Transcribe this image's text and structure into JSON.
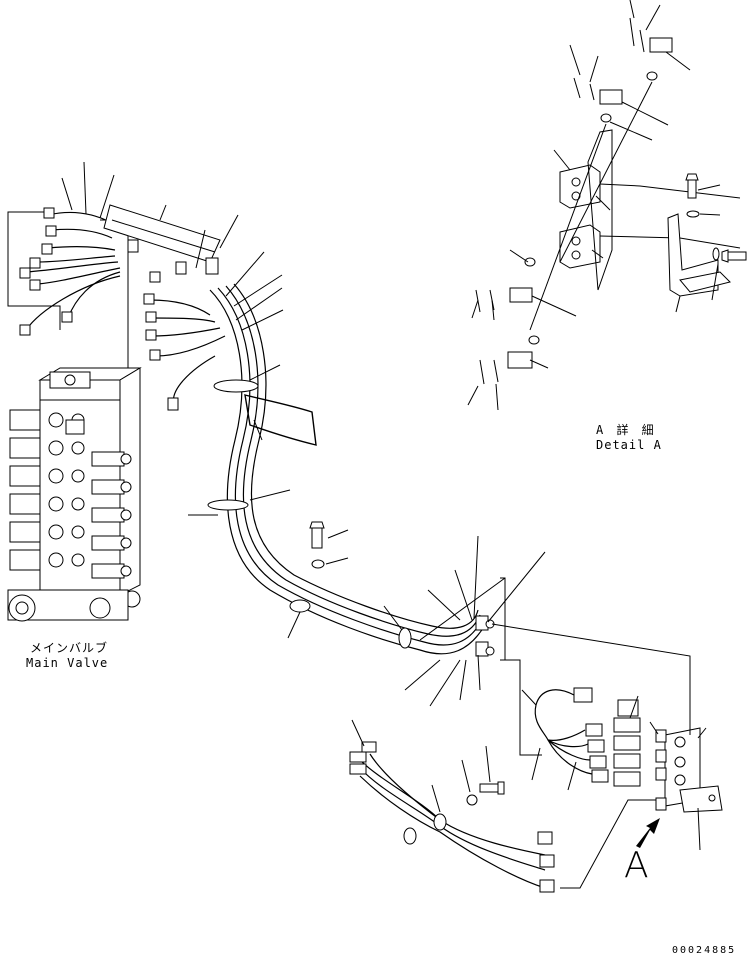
{
  "labels": {
    "main_valve_jp": "メインバルブ",
    "main_valve_en": "Main Valve",
    "detail_jp": "A 詳 細",
    "detail_en": "Detail A",
    "view_letter": "A",
    "doc_number": "00024885"
  },
  "colors": {
    "line": "#000000",
    "background": "#ffffff"
  },
  "icons": {
    "view_arrow": "arrow-icon"
  }
}
